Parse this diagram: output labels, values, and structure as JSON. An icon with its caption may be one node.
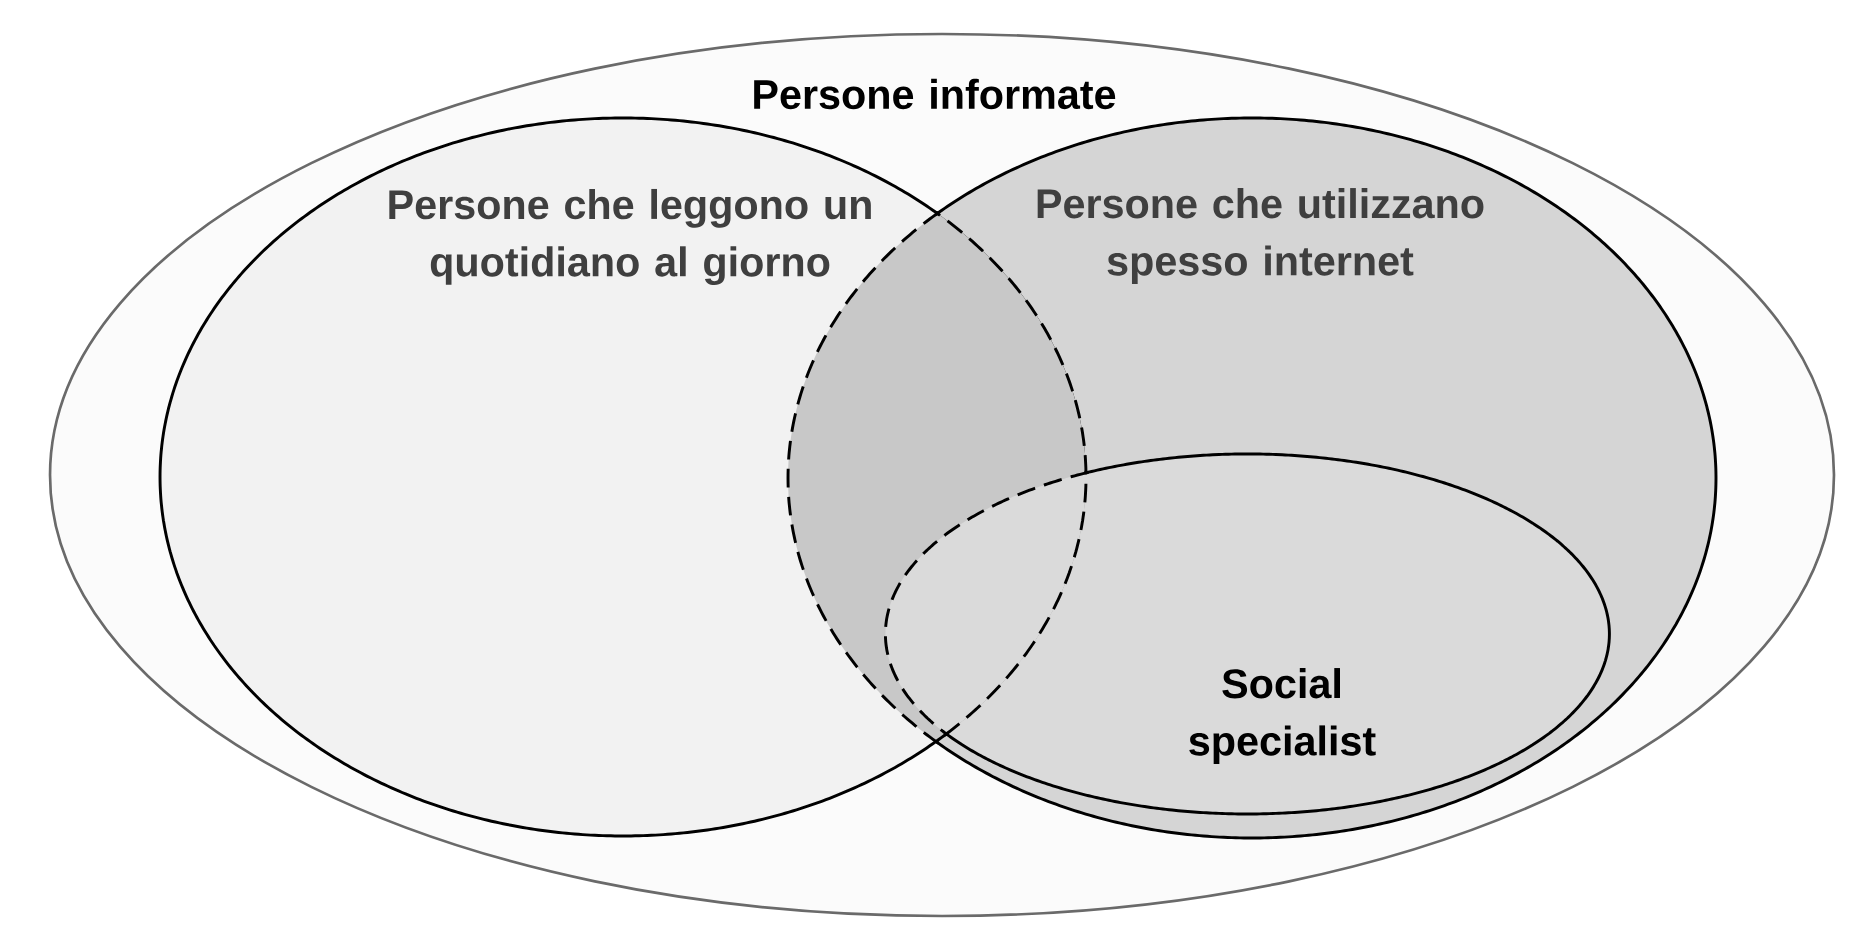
{
  "diagram": {
    "nodes": [
      {
        "text": [
          "Persone informate"
        ]
      },
      {
        "text": [
          "Persone che leggono un quotidiano al giorno"
        ],
        "in": 0
      },
      {
        "text": [
          "Persone che utilizzano spesso internet"
        ],
        "in": 0
      },
      {
        "text": [
          "Social specialist"
        ],
        "in": 2
      }
    ]
  }
}
